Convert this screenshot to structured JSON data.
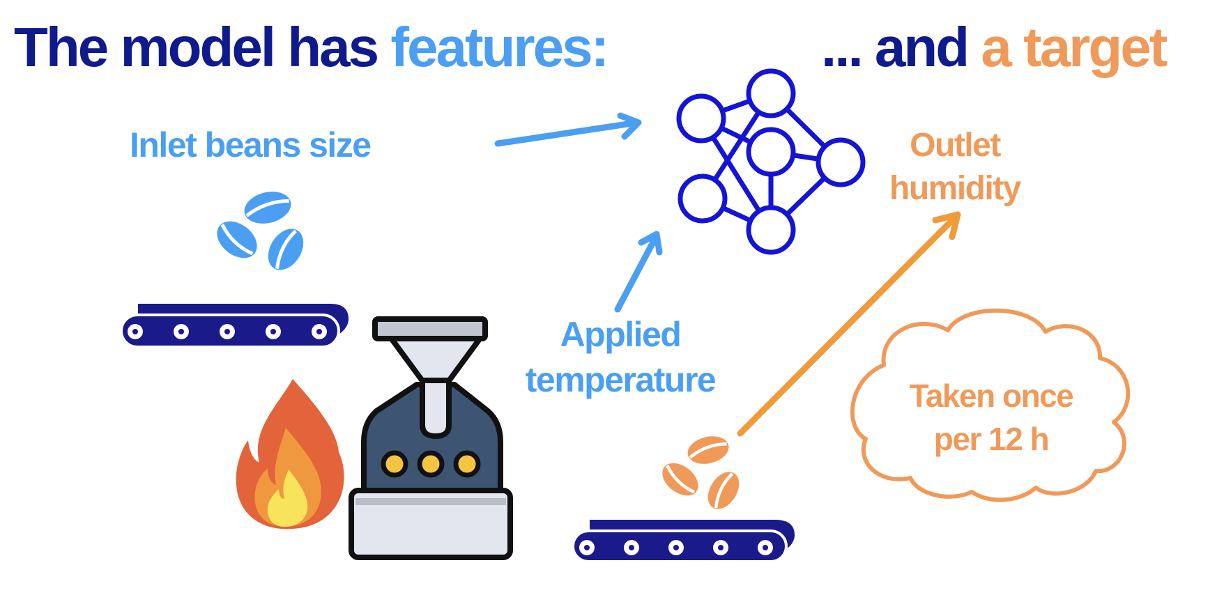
{
  "heading": {
    "left_part1": "The model has ",
    "left_part2": "features:",
    "right_part1": "... and ",
    "right_part2": "a target"
  },
  "features": {
    "inlet": "Inlet beans size",
    "applied_line1": "Applied",
    "applied_line2": "temperature"
  },
  "target": {
    "outlet_line1": "Outlet",
    "outlet_line2": "humidity",
    "cloud_line1": "Taken once",
    "cloud_line2": "per 12 h"
  },
  "icons": {
    "network": "neural-network-icon",
    "roaster": "roasting-machine-icon",
    "fire": "fire-icon",
    "beans_inlet": "coffee-beans-icon",
    "beans_outlet": "coffee-beans-icon",
    "conveyor": "conveyor-belt-icon",
    "cloud": "cloud-shape"
  },
  "colors": {
    "navy": "#0f1a8c",
    "feature_blue": "#4b9ff2",
    "target_orange": "#f09a5a",
    "network_blue": "#1414d6",
    "arrow_orange": "#ef9b3c",
    "roaster_body": "#3d5572",
    "fire_outer": "#e3633a",
    "fire_middle": "#f0983e",
    "fire_inner": "#f8e45c"
  }
}
